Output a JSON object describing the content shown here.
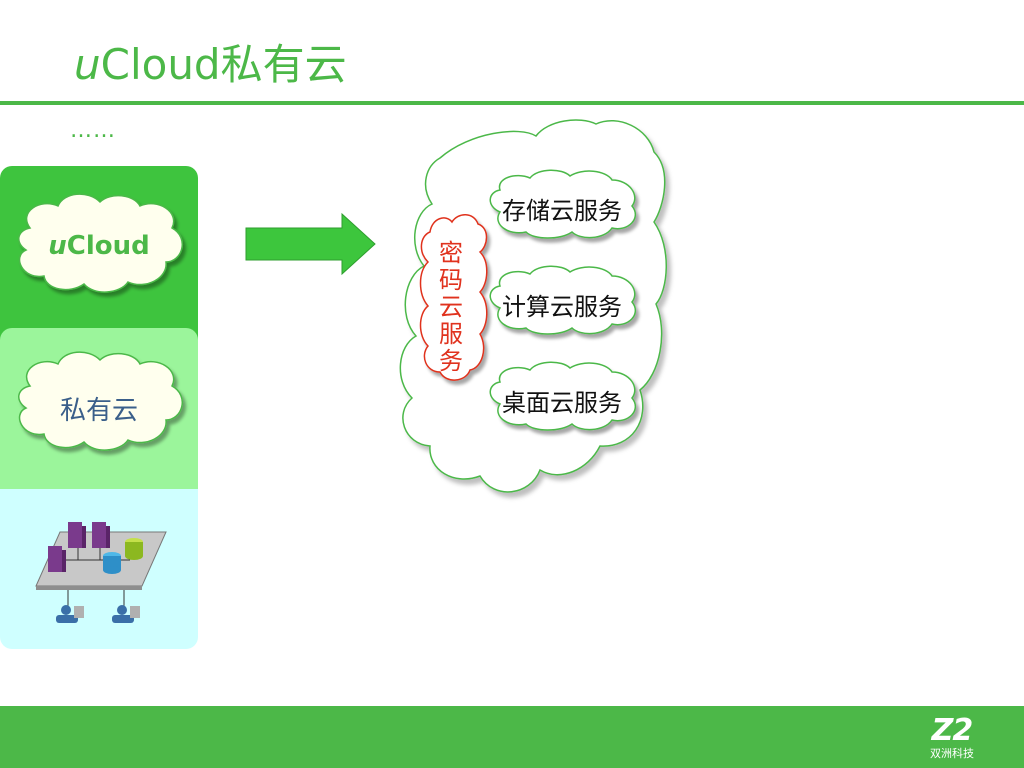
{
  "title": {
    "italic_part": "u",
    "rest": "Cloud私有云"
  },
  "ellipsis": "……",
  "left_stack": {
    "top_cloud": {
      "italic_part": "u",
      "rest": "Cloud"
    },
    "mid_cloud": "私有云",
    "bottom_icon": "private-cloud-network-icon"
  },
  "right_cloud": {
    "side_label": "密码云服务",
    "services": [
      "存储云服务",
      "计算云服务",
      "桌面云服务"
    ]
  },
  "footer": {
    "logo_mark": "Z2",
    "logo_text": "双洲科技"
  },
  "colors": {
    "brand_green": "#4CB848",
    "panel_green": "#3EC43E",
    "panel_light_green": "#9BF59B",
    "panel_cyan": "#CFFFFF",
    "arrow_green": "#3DC63D",
    "side_label_red": "#E0321E"
  }
}
